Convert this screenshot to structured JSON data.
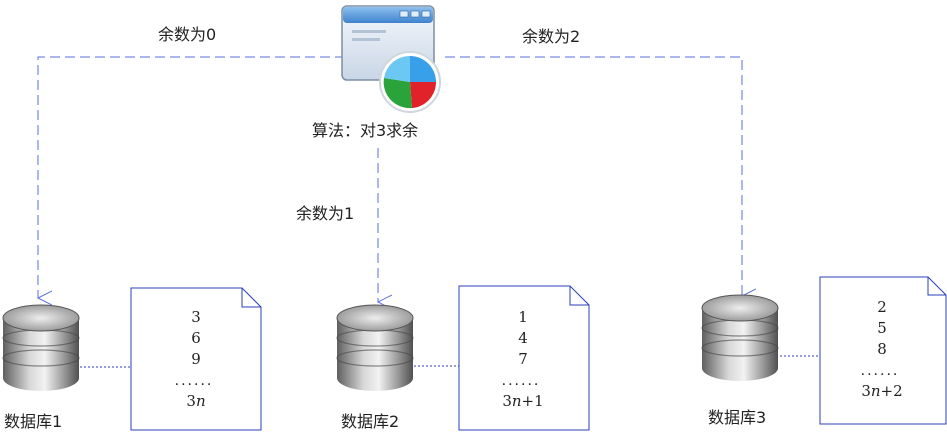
{
  "app": {
    "algorithm_label": "算法：对3求余"
  },
  "edges": {
    "remainder_0": "余数为0",
    "remainder_1": "余数为1",
    "remainder_2": "余数为2"
  },
  "databases": [
    {
      "label": "数据库1",
      "values": [
        "3",
        "6",
        "9"
      ],
      "ellipsis": "......",
      "formula_n": "3",
      "formula_var": "n",
      "formula_suffix": ""
    },
    {
      "label": "数据库2",
      "values": [
        "1",
        "4",
        "7"
      ],
      "ellipsis": "......",
      "formula_n": "3",
      "formula_var": "n",
      "formula_suffix": "+1"
    },
    {
      "label": "数据库3",
      "values": [
        "2",
        "5",
        "8"
      ],
      "ellipsis": "......",
      "formula_n": "3",
      "formula_var": "n",
      "formula_suffix": "+2"
    }
  ],
  "colors": {
    "arrow": "#5a6ee0",
    "doc_border": "#2b3fb8",
    "connector": "#2b3fb8"
  },
  "icons": {
    "app": "app-window-pie-chart-icon",
    "database": "database-icon",
    "document": "document-icon"
  }
}
